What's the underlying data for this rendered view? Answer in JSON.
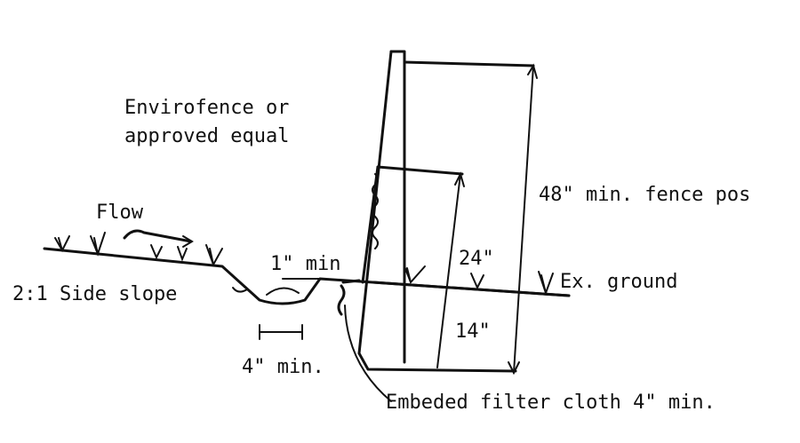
{
  "labels": {
    "fence_type_line1": "Envirofence or",
    "fence_type_line2": "approved equal",
    "flow": "Flow",
    "side_slope": "2:1 Side slope",
    "trench_depth": "1\" min",
    "trench_width": "4\" min.",
    "post_length": "48\" min. fence pos",
    "fence_height": "24\"",
    "post_embed": "14\"",
    "ground": "Ex. ground",
    "filter_cloth": "Embeded filter cloth 4\" min."
  }
}
